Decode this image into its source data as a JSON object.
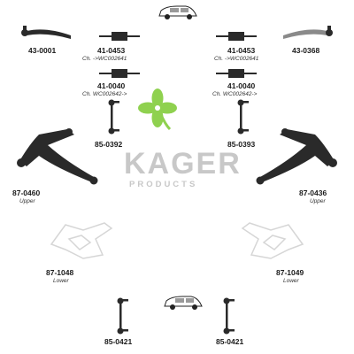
{
  "brand": {
    "name": "KAGER",
    "tagline": "PRODUCTS",
    "green": "#8fd14f",
    "grey": "#c8c8c8"
  },
  "colors": {
    "part": "#2a2a2a",
    "faded": "#d6d6d6"
  },
  "parts": [
    {
      "code": "43-0001",
      "note": ""
    },
    {
      "code": "41-0453",
      "note": "Ch. ->WC002641"
    },
    {
      "code": "41-0453",
      "note": "Ch. ->WC002641"
    },
    {
      "code": "43-0368",
      "note": ""
    },
    {
      "code": "41-0040",
      "note": "Ch. WC002642->"
    },
    {
      "code": "41-0040",
      "note": "Ch. WC002642->"
    },
    {
      "code": "85-0392",
      "note": ""
    },
    {
      "code": "85-0393",
      "note": ""
    },
    {
      "code": "87-0460",
      "note": "Upper"
    },
    {
      "code": "87-0436",
      "note": "Upper"
    },
    {
      "code": "87-1048",
      "note": "Lower"
    },
    {
      "code": "87-1049",
      "note": "Lower"
    },
    {
      "code": "85-0421",
      "note": ""
    },
    {
      "code": "85-0421",
      "note": ""
    }
  ]
}
